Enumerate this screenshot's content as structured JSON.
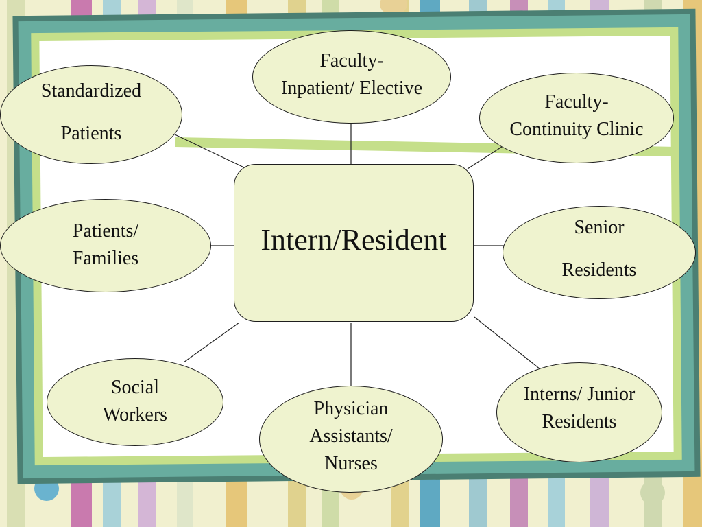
{
  "diagram": {
    "center": "Intern/Resident",
    "nodes": [
      {
        "lines": [
          "Faculty-",
          "Inpatient/ Elective"
        ]
      },
      {
        "lines": [
          "Standardized",
          "Patients"
        ]
      },
      {
        "lines": [
          "Faculty-",
          "Continuity Clinic"
        ]
      },
      {
        "lines": [
          "Patients/",
          "Families"
        ]
      },
      {
        "lines": [
          "Senior",
          "Residents"
        ]
      },
      {
        "lines": [
          "Social",
          "Workers"
        ]
      },
      {
        "lines": [
          "Physician",
          "Assistants/",
          "Nurses"
        ]
      },
      {
        "lines": [
          "Interns/ Junior",
          "Residents"
        ]
      }
    ]
  },
  "colors": {
    "node_fill": "#eff3cf",
    "frame_dark": "#4b7f73",
    "frame_teal": "#68ad9f",
    "frame_light": "#c5df8a",
    "background": "#f1f0cf"
  }
}
